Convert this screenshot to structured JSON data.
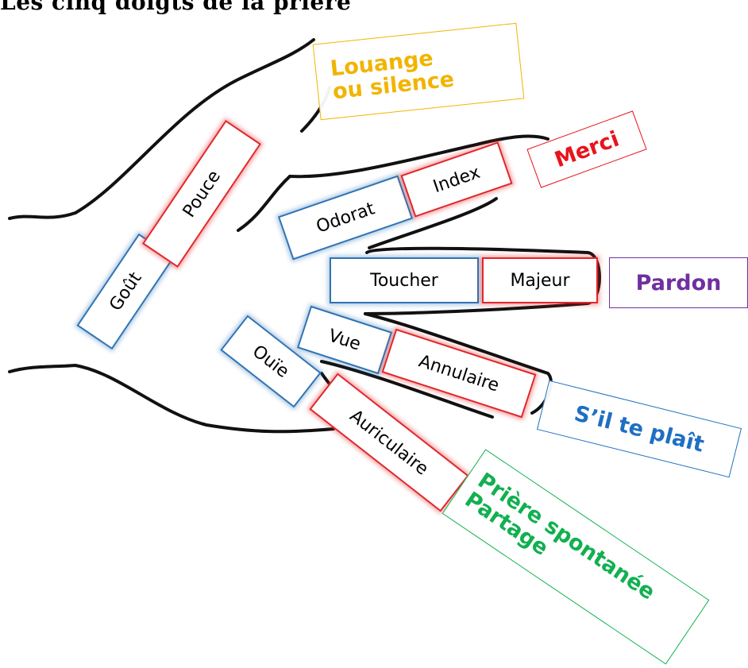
{
  "title": "Les cinq doigts de la prière",
  "fingers": {
    "thumb": {
      "name": "Pouce",
      "sense": "Goût",
      "prayer": [
        "Louange",
        "ou silence"
      ]
    },
    "index": {
      "name": "Index",
      "sense": "Odorat",
      "prayer": [
        "Merci"
      ]
    },
    "middle": {
      "name": "Majeur",
      "sense": "Toucher",
      "prayer": [
        "Pardon"
      ]
    },
    "ring": {
      "name": "Annulaire",
      "sense": "Vue",
      "prayer": [
        "S’il te plaît"
      ]
    },
    "little": {
      "name": "Auriculaire",
      "sense": "Ouïe",
      "prayer": [
        "Prière spontanée",
        "Partage"
      ]
    }
  },
  "colors": {
    "finger_border": "#e1262b",
    "sense_border": "#2e74b5",
    "thumb_prayer": "#f2b400",
    "index_prayer": "#e8141c",
    "middle_prayer": "#7030a0",
    "ring_prayer": "#1f6fc2",
    "little_prayer": "#11b050"
  }
}
